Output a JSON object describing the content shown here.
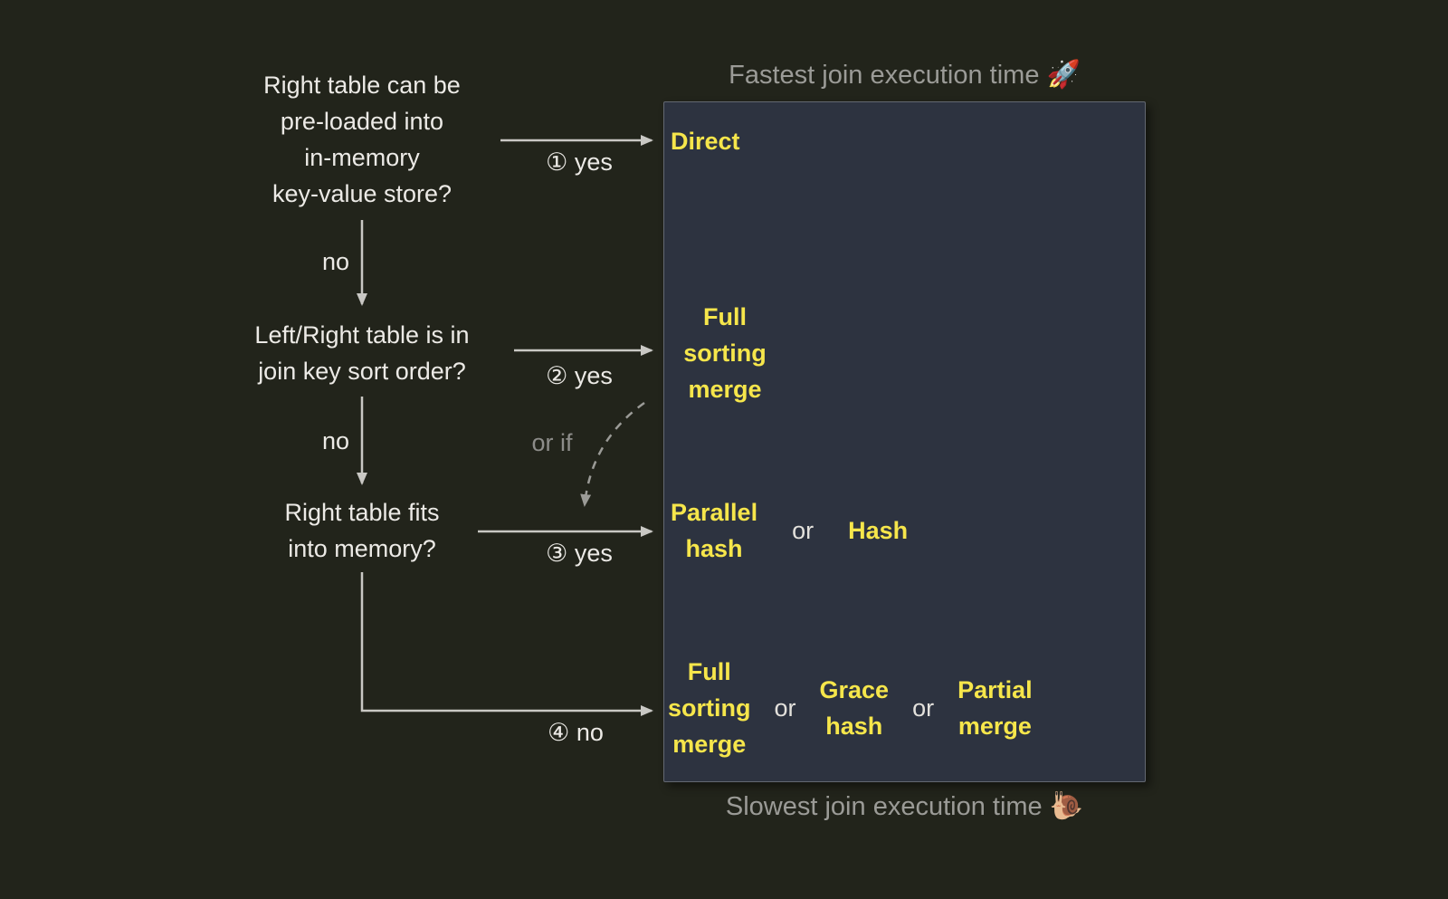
{
  "header": {
    "fastest_label": "Fastest join execution time",
    "fastest_icon": "🚀"
  },
  "footer": {
    "slowest_label": "Slowest join execution time",
    "slowest_icon": "🐌"
  },
  "questions": {
    "q1": "Right table can be\npre-loaded into\nin-memory\nkey-value store?",
    "q2": "Left/Right table is in\njoin key sort order?",
    "q3": "Right table fits\ninto memory?"
  },
  "edges": {
    "yes1": "① yes",
    "no1": "no",
    "yes2": "② yes",
    "no2": "no",
    "or_if": "or if",
    "yes3": "③ yes",
    "no4": "④  no"
  },
  "algorithms": {
    "direct": "Direct",
    "full_sorting_merge_2": "Full\nsorting\nmerge",
    "parallel_hash": "Parallel\nhash",
    "hash": "Hash",
    "full_sorting_merge_4": "Full\nsorting\nmerge",
    "grace_hash": "Grace\nhash",
    "partial_merge": "Partial\nmerge",
    "or": "or"
  },
  "colors": {
    "background": "#22241b",
    "panel_background": "#2d3340",
    "accent_yellow": "#f6e64b",
    "arrow_gray": "#c9c8c4",
    "title_gray": "#9b9b97"
  }
}
